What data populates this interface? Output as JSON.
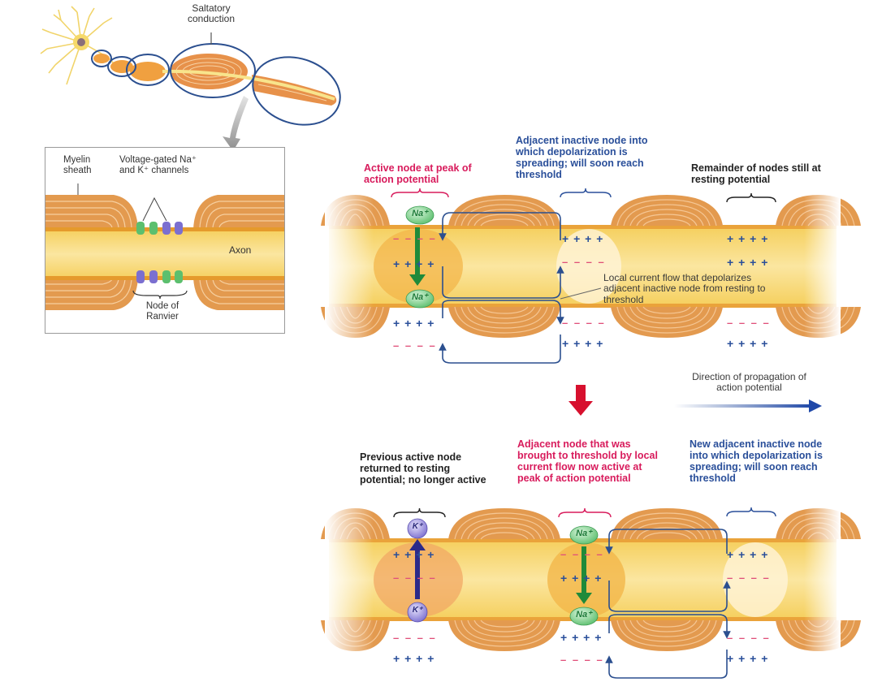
{
  "overview": {
    "title": "Saltatory conduction"
  },
  "inset": {
    "myelin_label": "Myelin sheath",
    "channels_label": "Voltage-gated Na⁺ and K⁺ channels",
    "axon_label": "Axon",
    "node_label": "Node of Ranvier"
  },
  "top_panel": {
    "active_label": "Active node at peak of action potential",
    "adjacent_label": "Adjacent inactive node into which depolarization is spreading; will soon reach threshold",
    "remainder_label": "Remainder of nodes still at resting potential",
    "current_label": "Local current flow that depolarizes adjacent inactive node from resting to threshold",
    "ion_top": "Na⁺",
    "ion_bottom": "Na⁺"
  },
  "propagation": {
    "label": "Direction of propagation of action potential"
  },
  "bottom_panel": {
    "previous_label": "Previous active node returned to resting potential; no longer active",
    "now_active_label": "Adjacent node that was brought to threshold by local current flow now active at peak of action potential",
    "new_adjacent_label": "New adjacent inactive node into which depolarization is spreading; will soon reach threshold",
    "k_top": "K⁺",
    "k_bottom": "K⁺",
    "na_top": "Na⁺",
    "na_bottom": "Na⁺"
  },
  "charges": {
    "plus": "+ + + +",
    "minus": "– – – –"
  },
  "colors": {
    "active_red": "#d81b5c",
    "spreading_blue": "#2a4f9a",
    "myelin_orange": "#e39a4f",
    "axon_yellow": "#f7d878",
    "na_green": "#5cbf6e",
    "k_purple": "#7b6fd0",
    "current_blue": "#2b4f8f",
    "step_arrow_red": "#d7102e"
  }
}
